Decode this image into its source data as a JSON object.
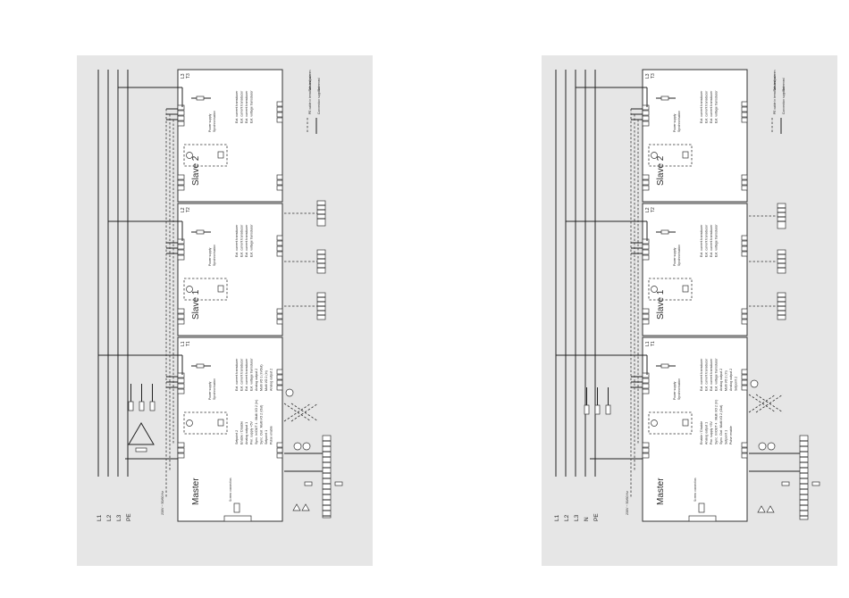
{
  "left": {
    "lines": [
      "L1",
      "L2",
      "L3",
      "PE"
    ],
    "units": [
      {
        "title": "Slave 2",
        "l": "L3",
        "t": "T3",
        "labels": [
          "Ext. current transducer",
          "Ext. current transducer",
          "Ext. current transducer",
          "Ext. voltage transducer"
        ],
        "small": [
          "Power supply",
          "Synchronisation"
        ]
      },
      {
        "title": "Slave 1",
        "l": "L2",
        "t": "T2",
        "labels": [
          "Ext. current transducer",
          "Ext. current transducer",
          "Ext. current transducer",
          "Ext. voltage transducer"
        ],
        "small": [
          "Power supply",
          "Synchronisation"
        ]
      },
      {
        "title": "Master",
        "l": "L1",
        "t": "T1",
        "labels": [
          "Ext. current transducer",
          "Ext. current transducer",
          "Ext. current transducer",
          "Ext. voltage transducer",
          "Analog output 2",
          "Multi I/O 1 (In/Out)",
          "Multi I/O 2 (In)",
          "Analog output 2",
          "Setpoint 2",
          "Enable / Disable",
          "Analog output 1",
          "Pwr. supply +5V",
          "Sync. In/OUT 4 : Multi I/O 2 (In)",
          "Sync. Out : Multi I/O 2 (Out)",
          "Setpoint 1",
          "Pulse enable"
        ],
        "small": [
          "Power supply",
          "Synchronisation"
        ]
      }
    ],
    "legend": [
      "PE cable in terminals and screen",
      "Connection supplied",
      "Twisted pair",
      "Screened"
    ],
    "bottom_note": "230V ~ 50/60 Hz",
    "cable_label": "Screen connection"
  },
  "right": {
    "lines": [
      "L1",
      "L2",
      "L3",
      "N",
      "PE"
    ],
    "units": [
      {
        "title": "Slave 2",
        "l": "L3",
        "t": "T3",
        "labels": [
          "Ext. current transducer",
          "Ext. current transducer",
          "Ext. current transducer",
          "Ext. voltage transducer"
        ],
        "small": [
          "Power supply",
          "Synchronisation"
        ]
      },
      {
        "title": "Slave 1",
        "l": "L2",
        "t": "T2",
        "labels": [
          "Ext. current transducer",
          "Ext. current transducer",
          "Ext. current transducer",
          "Ext. voltage transducer"
        ],
        "small": [
          "Power supply",
          "Synchronisation"
        ]
      },
      {
        "title": "Master",
        "l": "L1",
        "t": "T1",
        "labels": [
          "Ext. current transducer",
          "Ext. current transducer",
          "Ext. current transducer",
          "Ext. voltage transducer",
          "Analog output 2",
          "Multi I/O 2 (In)",
          "Analog output 2",
          "Setpoint 2",
          "Enable / Disable",
          "Analog output 1",
          "Pwr. supply +5V",
          "Sync. In/OUT 4 : Multi I/O 2 (In)",
          "Sync. Out : Multi I/O 2 (Out)",
          "Setpoint 1",
          "Pulse enable"
        ],
        "small": [
          "Power supply",
          "Synchronisation"
        ]
      }
    ],
    "legend": [
      "PE cable in terminals and screen",
      "Connection supplied",
      "Twisted pair",
      "Screened"
    ],
    "bottom_note": "230V ~ 50/60 Hz",
    "cable_label": "Screen connection"
  }
}
